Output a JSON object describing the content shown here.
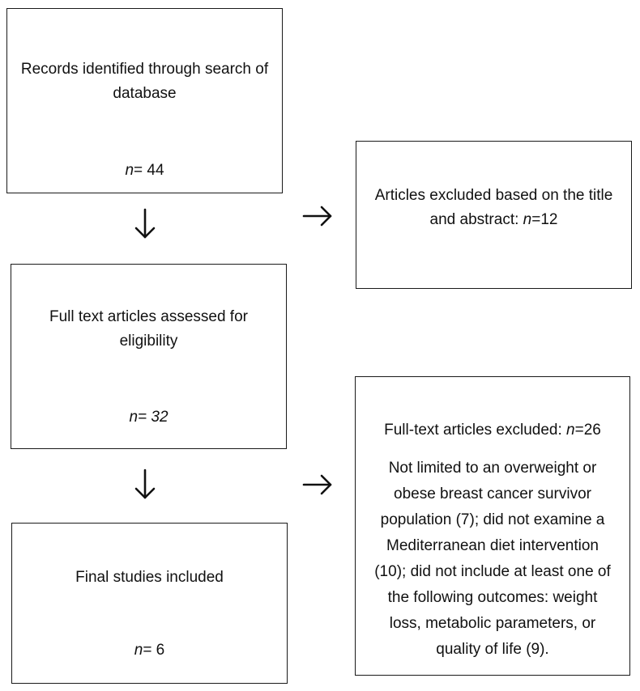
{
  "boxes": {
    "records": {
      "title": "Records identified through search of database",
      "n_label": "n",
      "n_value": "= 44"
    },
    "fulltext": {
      "title": "Full text articles assessed for eligibility",
      "n_label": "n",
      "n_value": "= 32"
    },
    "final": {
      "title": "Final studies included",
      "n_label": "n",
      "n_value": "= 6"
    },
    "excluded_title": {
      "text_prefix": "Articles excluded based on the title and abstract: ",
      "n_label": "n",
      "n_value": "=12"
    },
    "excluded_fulltext": {
      "text_prefix": "Full-text articles excluded: ",
      "n_label": "n",
      "n_value": "=26",
      "reasons": "Not limited to an overweight or obese breast cancer survivor population (7); did not examine a Mediterranean diet intervention (10); did not include at least one of the following outcomes: weight loss, metabolic parameters, or quality of life (9)."
    }
  },
  "arrows": {
    "down": "↓",
    "right": "→"
  }
}
